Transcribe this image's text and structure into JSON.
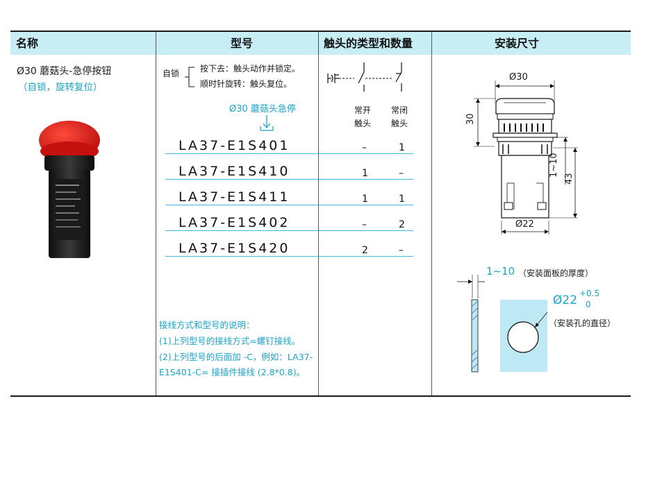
{
  "header": {
    "name": "名称",
    "model": "型号",
    "contact": "触头的类型和数量",
    "dims": "安装尺寸"
  },
  "product": {
    "title": "Ø30 蘑菇头-急停按钮",
    "subtitle": "（自锁，旋转复位）"
  },
  "legend": {
    "self_lock": "自锁",
    "press": "按下去：触头动作并锁定。",
    "rotate": "顺时针旋转：触头复位。",
    "mushroom": "Ø30 蘑菇头急停"
  },
  "contact_labels": {
    "no_1": "常开",
    "no_2": "触头",
    "nc_1": "常闭",
    "nc_2": "触头"
  },
  "models": [
    {
      "code": "LA37-E1S401",
      "no": "–",
      "nc": "1"
    },
    {
      "code": "LA37-E1S410",
      "no": "1",
      "nc": "–"
    },
    {
      "code": "LA37-E1S411",
      "no": "1",
      "nc": "1"
    },
    {
      "code": "LA37-E1S402",
      "no": "–",
      "nc": "2"
    },
    {
      "code": "LA37-E1S420",
      "no": "2",
      "nc": "–"
    }
  ],
  "notes": {
    "title": "接线方式和型号的说明：",
    "line1": "(1)上列型号的接线方式=螺钉接线。",
    "line2a": "(2)上列型号的后面加 -C，例如：LA37-",
    "line2b": "E1S401-C= 接插件接线 (2.8*0.8)。"
  },
  "dimensions": {
    "top_dia": "Ø30",
    "height_30": "30",
    "panel_range": "1~10",
    "height_43": "43",
    "bottom_dia": "Ø22",
    "panel_thickness": "1~10",
    "panel_thickness_label": "（安装面板的厚度）",
    "hole_dia": "Ø22",
    "tol_plus": "+0.5",
    "tol_zero": "0",
    "hole_label": "（安装孔的直径）"
  },
  "colors": {
    "header_bg": "#c8eef5",
    "accent": "#1aa3c8",
    "button_red": "#e0201f"
  }
}
